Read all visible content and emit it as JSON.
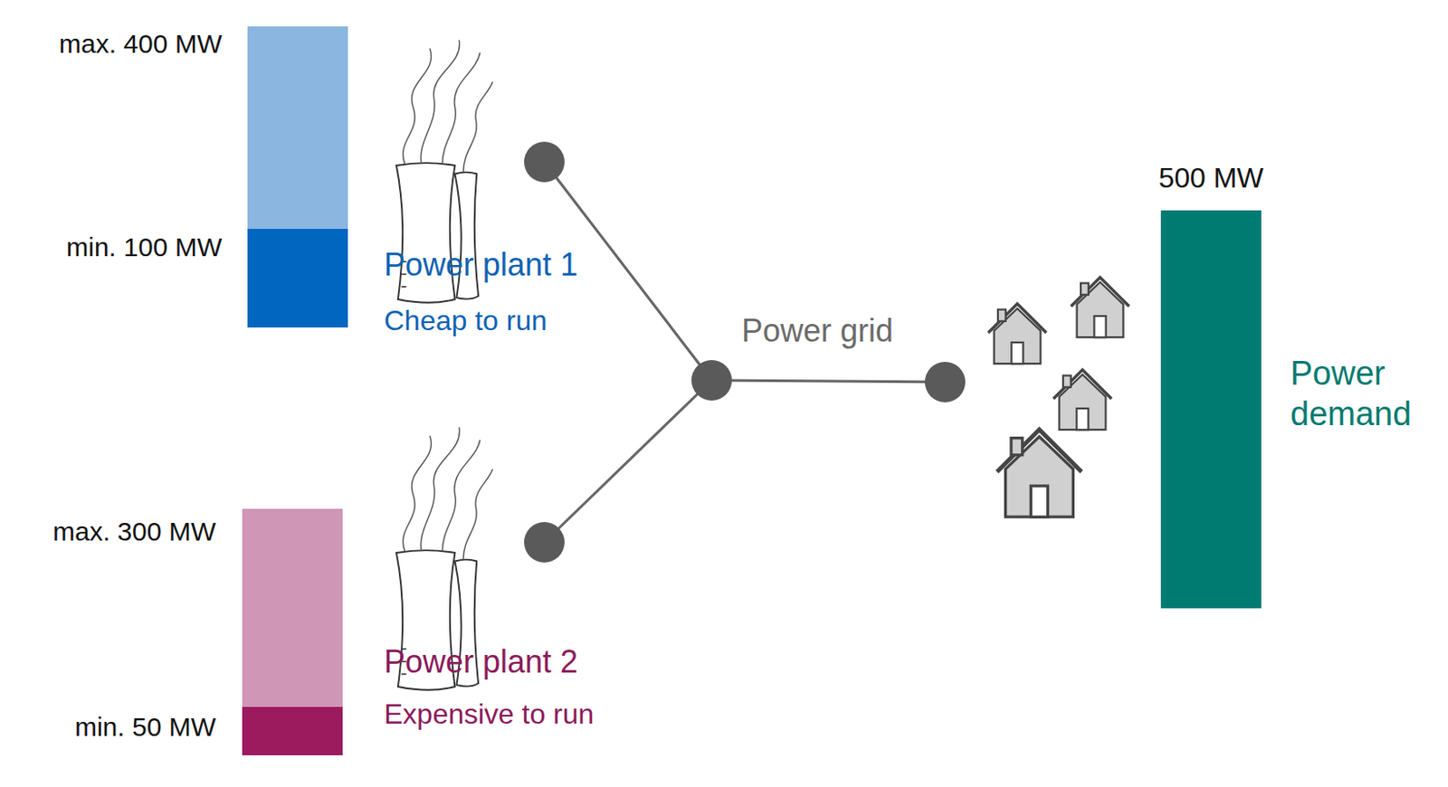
{
  "diagram": {
    "labels": [
      "max. 400 MW",
      "min. 100 MW",
      "Power plant 1",
      "Cheap to run",
      "Power grid",
      "500 MW",
      "Power demand",
      "max. 300 MW",
      "min. 50 MW",
      "Power plant 2",
      "Expensive to run"
    ]
  }
}
